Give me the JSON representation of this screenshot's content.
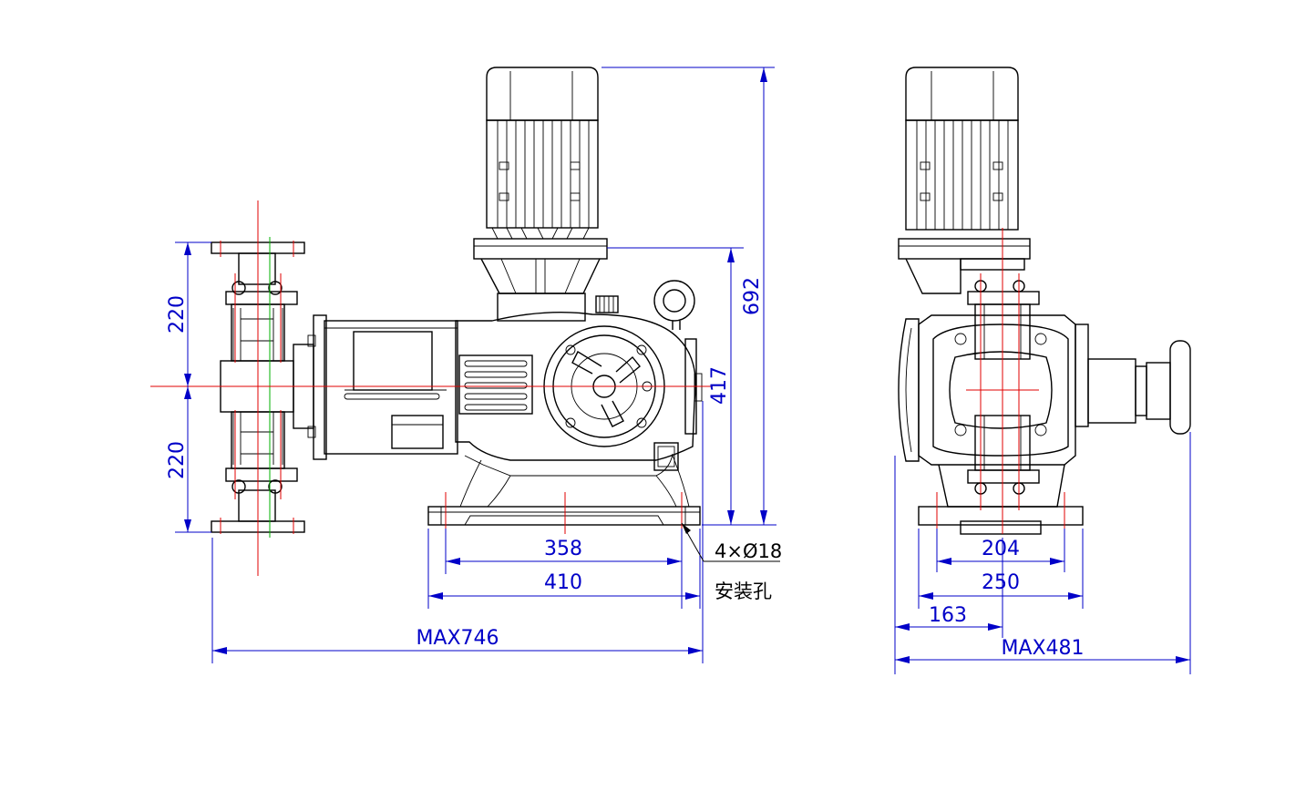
{
  "dimensions": {
    "left_upper_flange": "220",
    "left_lower_flange": "220",
    "inner_base": "358",
    "outer_base": "410",
    "overall_length": "MAX746",
    "total_height": "692",
    "shaft_height": "417",
    "side_inner_base": "204",
    "side_outer_base": "250",
    "side_offset": "163",
    "overall_width": "MAX481"
  },
  "annotations": {
    "hole_spec": "4×Ø18",
    "hole_label": "安装孔"
  },
  "colors": {
    "outline": "#000000",
    "centerline": "#e00000",
    "axis_line": "#00b000",
    "dimension": "#0000c8"
  }
}
